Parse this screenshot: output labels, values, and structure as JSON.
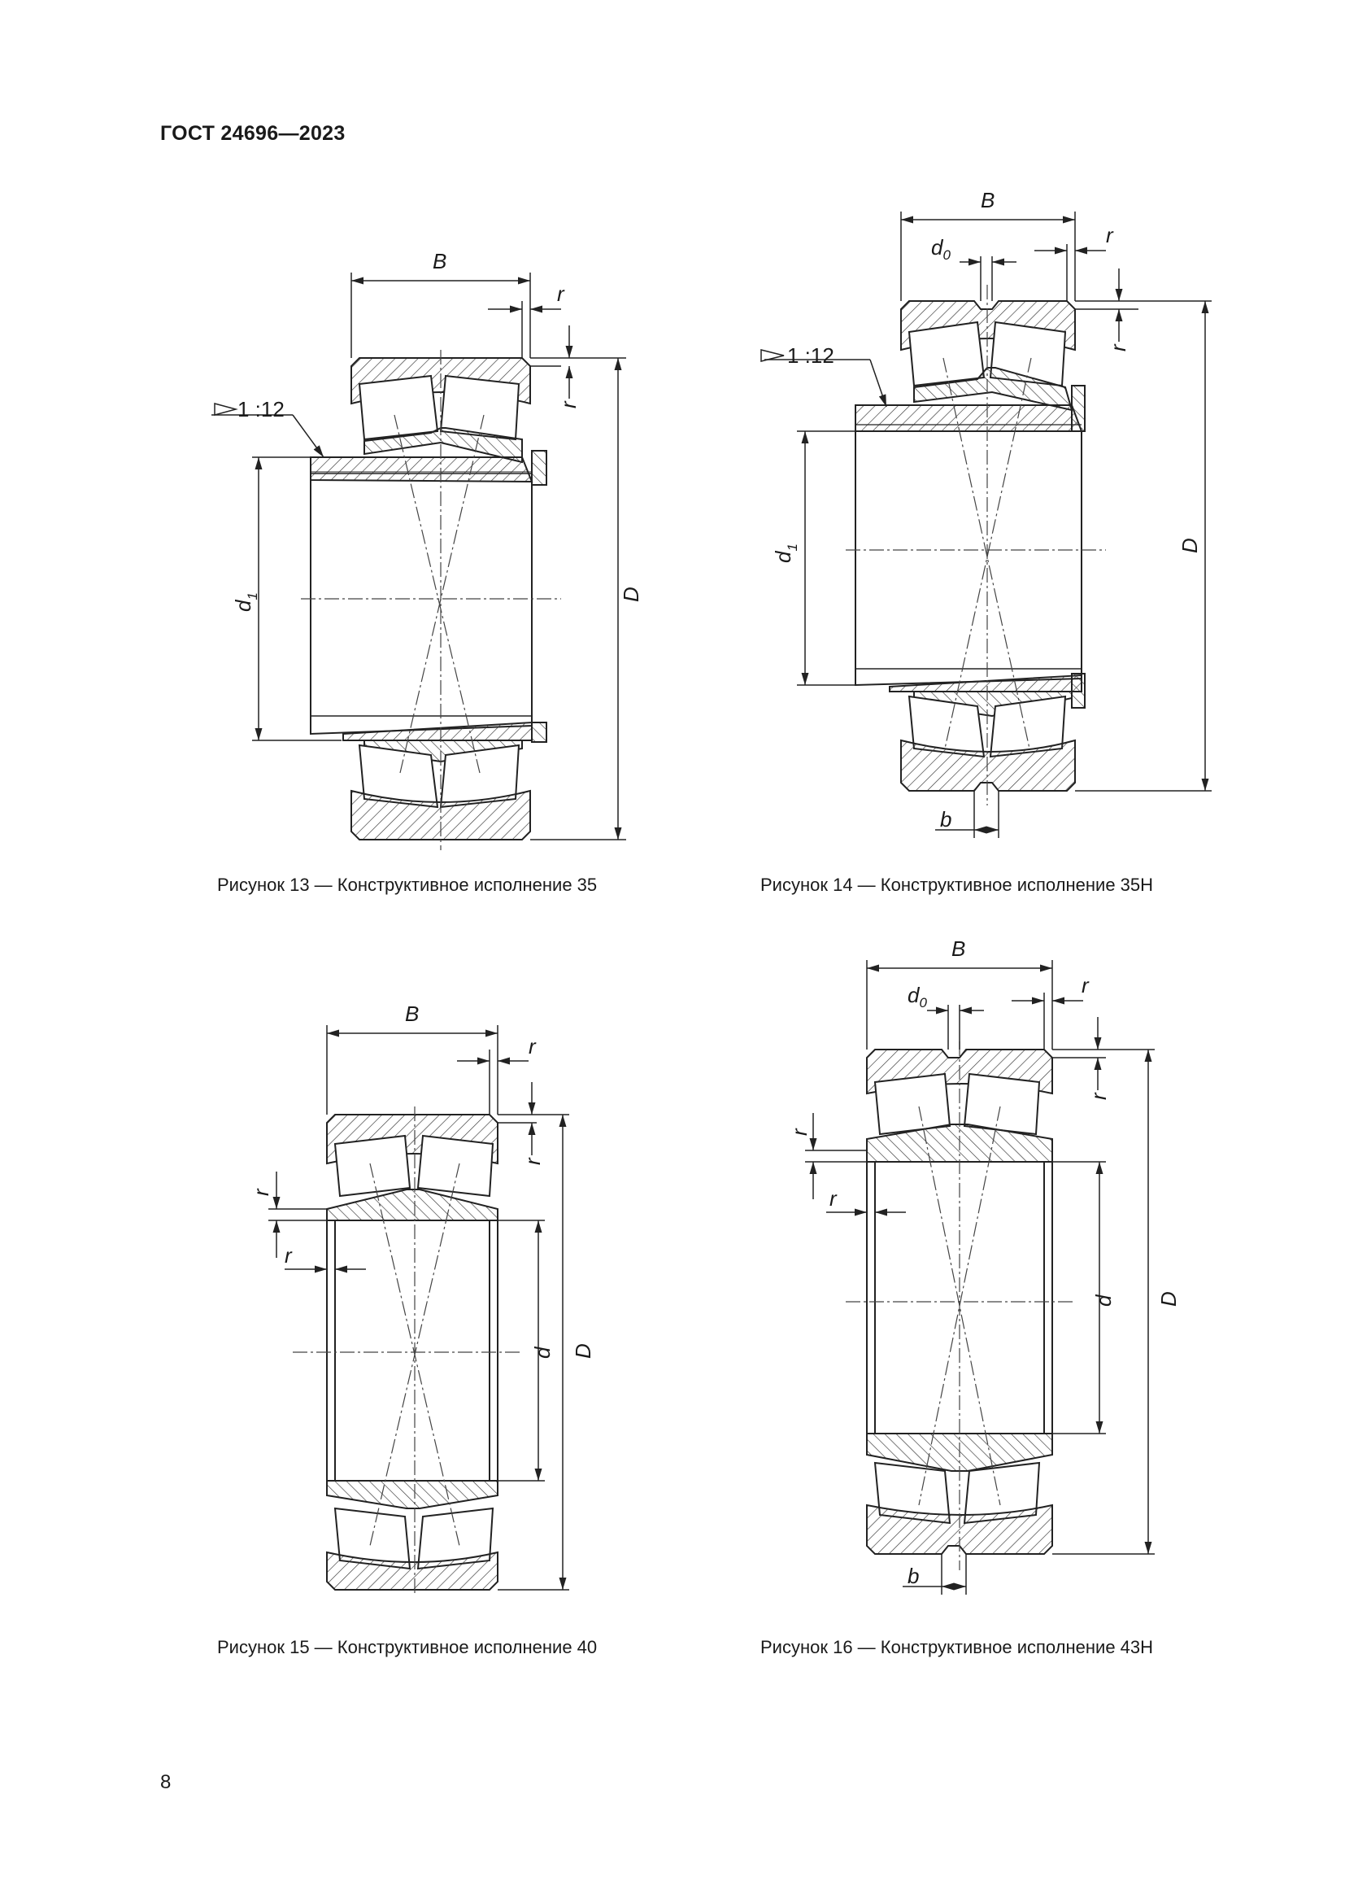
{
  "header": {
    "doc_id": "ГОСТ 24696—2023"
  },
  "page_number": "8",
  "labels": {
    "B": "B",
    "r": "r",
    "D": "D",
    "d": "d",
    "b": "b",
    "d1_main": "d",
    "d1_sub": "1",
    "d0_main": "d",
    "d0_sub": "0",
    "taper": "1 :12"
  },
  "figures": [
    {
      "caption": "Рисунок 13 — Конструктивное исполнение 35"
    },
    {
      "caption": "Рисунок 14 — Конструктивное исполнение 35Н"
    },
    {
      "caption": "Рисунок 15 — Конструктивное исполнение 40"
    },
    {
      "caption": "Рисунок 16 — Конструктивное исполнение 43Н"
    }
  ]
}
